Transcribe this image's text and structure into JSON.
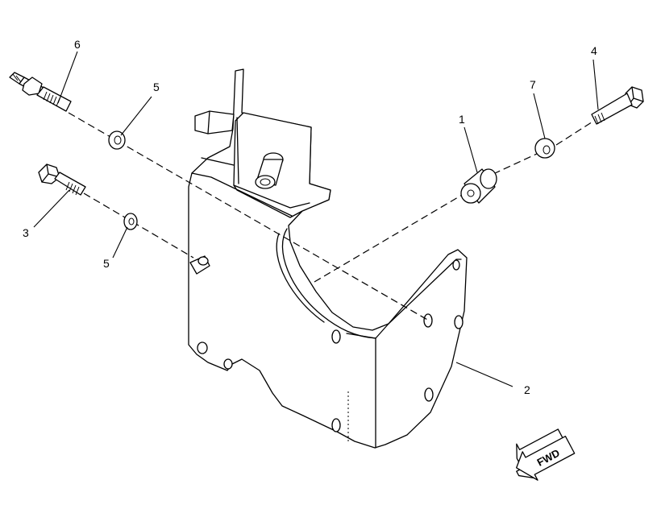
{
  "callouts": {
    "c1": "1",
    "c2": "2",
    "c3": "3",
    "c4": "4",
    "c5a": "5",
    "c5b": "5",
    "c6": "6",
    "c7": "7"
  },
  "fwd_label": "FWD"
}
